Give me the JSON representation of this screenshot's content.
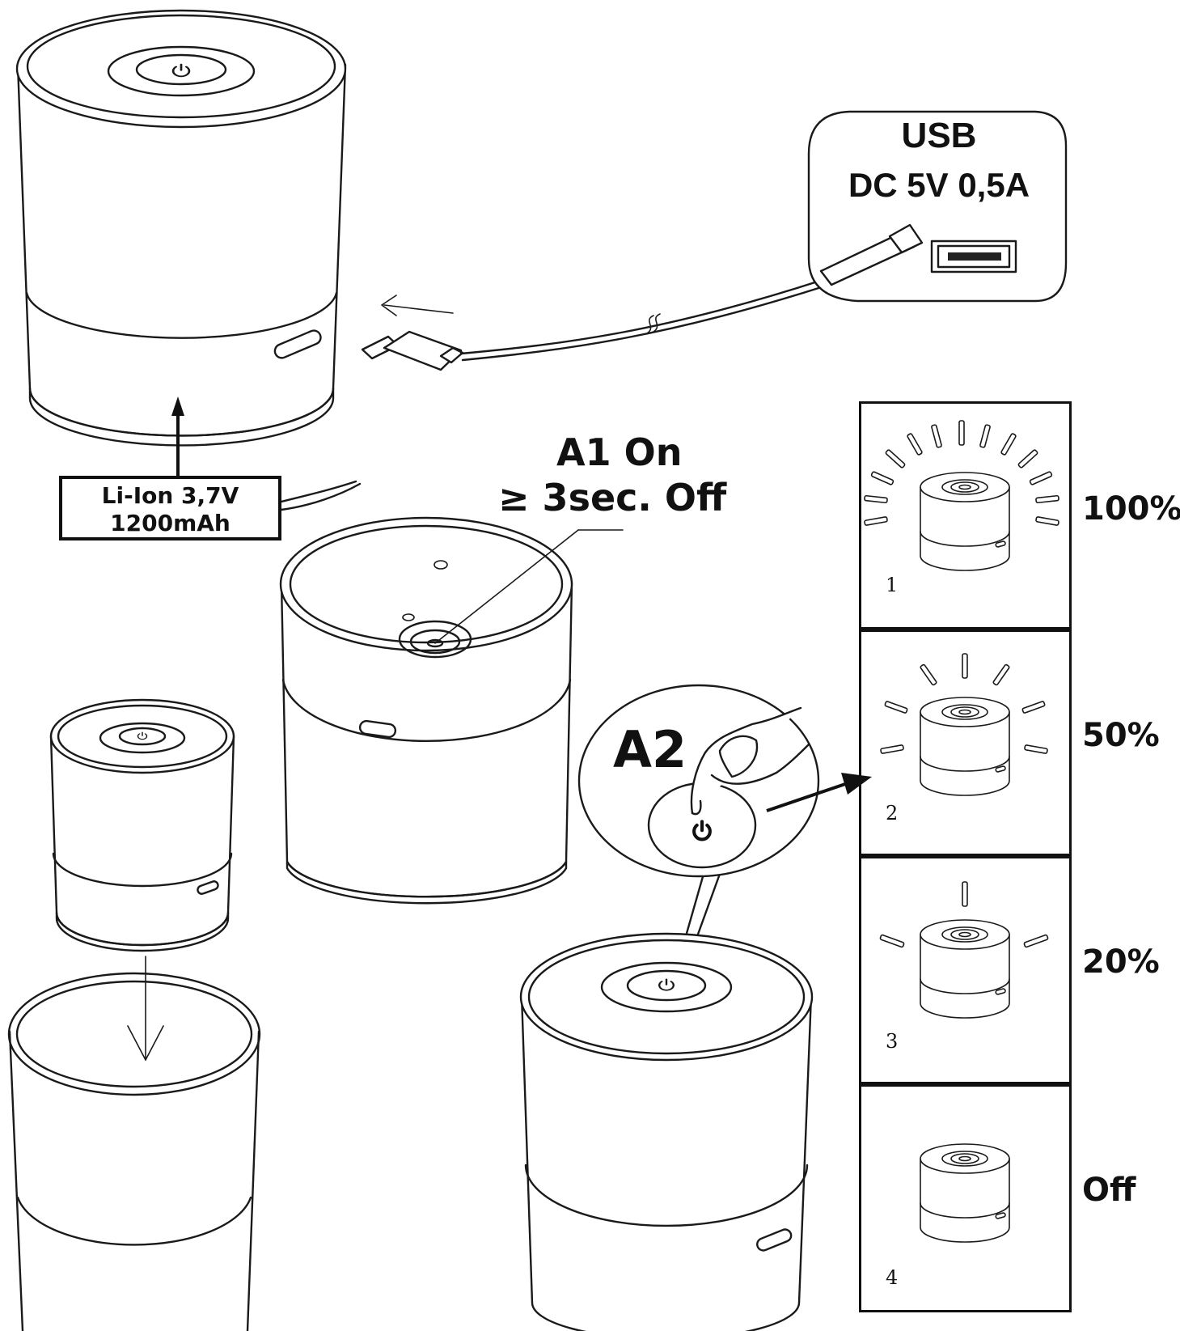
{
  "usb_box": {
    "title": "USB",
    "spec": "DC 5V 0,5A"
  },
  "battery": {
    "line1": "Li-Ion 3,7V",
    "line2": "1200mAh"
  },
  "step_a1": {
    "line1": "A1 On",
    "line2": "≥ 3sec. Off"
  },
  "step_a2": {
    "label": "A2"
  },
  "brightness_levels": [
    {
      "number": "1",
      "label": "100%"
    },
    {
      "number": "2",
      "label": "50%"
    },
    {
      "number": "3",
      "label": "20%"
    },
    {
      "number": "4",
      "label": "Off"
    }
  ],
  "icons": [
    "power-icon",
    "usb-port-icon",
    "usb-plug-icon",
    "arrow-left-icon",
    "arrow-up-icon",
    "arrow-down-icon",
    "finger-press-icon",
    "light-rays-icon"
  ]
}
